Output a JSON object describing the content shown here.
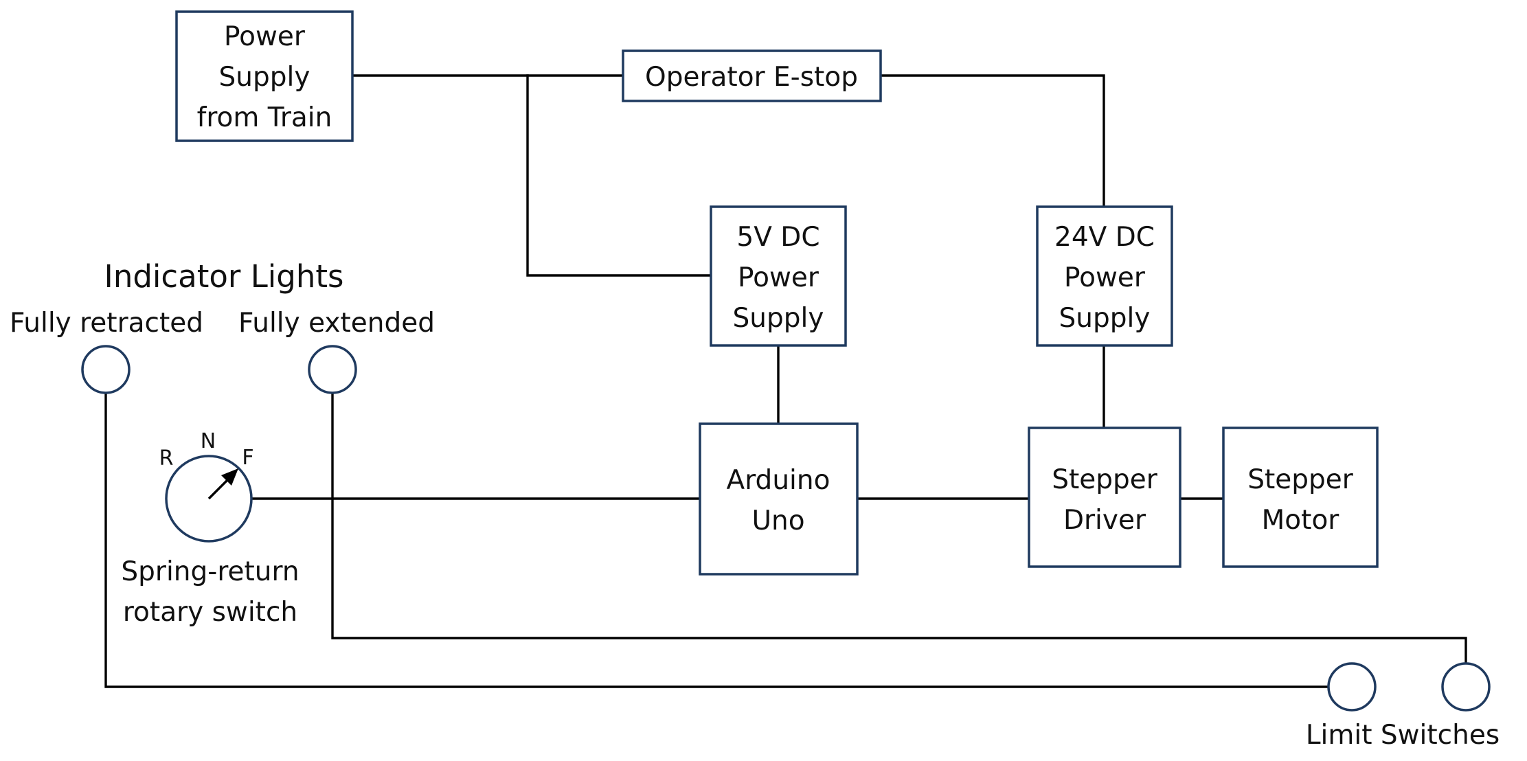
{
  "blocks": {
    "power_supply_from_train": {
      "lines": [
        "Power",
        "Supply",
        "from Train"
      ]
    },
    "operator_estop": {
      "lines": [
        "Operator E-stop"
      ]
    },
    "dc5v_power_supply": {
      "lines": [
        "5V DC",
        "Power",
        "Supply"
      ]
    },
    "dc24v_power_supply": {
      "lines": [
        "24V DC",
        "Power",
        "Supply"
      ]
    },
    "arduino_uno": {
      "lines": [
        "Arduino",
        "Uno"
      ]
    },
    "stepper_driver": {
      "lines": [
        "Stepper",
        "Driver"
      ]
    },
    "stepper_motor": {
      "lines": [
        "Stepper",
        "Motor"
      ]
    }
  },
  "indicator_lights": {
    "heading": "Indicator Lights",
    "fully_retracted": "Fully retracted",
    "fully_extended": "Fully extended"
  },
  "rotary_switch": {
    "positions": {
      "reverse": "R",
      "neutral": "N",
      "forward": "F"
    },
    "caption_lines": [
      "Spring-return",
      "rotary switch"
    ]
  },
  "limit_switches": {
    "label": "Limit Switches"
  },
  "colors": {
    "outline": "#1f3a5f",
    "wire": "#000000",
    "text": "#111111"
  }
}
